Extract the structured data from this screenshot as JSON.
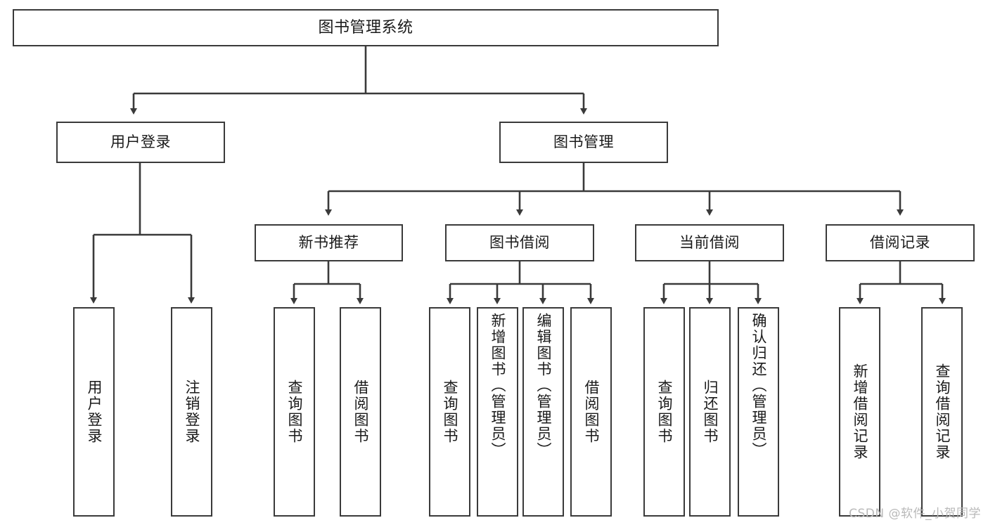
{
  "diagram": {
    "title": "图书管理系统",
    "type": "hierarchy-tree",
    "colors": {
      "box_border": "#3a3a3a",
      "box_fill": "#ffffff",
      "connector": "#3a3a3a",
      "text": "#1a1a1a",
      "watermark": "#b9b9b9",
      "background": "#ffffff"
    },
    "root": {
      "label": "图书管理系统"
    },
    "level2": [
      {
        "key": "user-login",
        "label": "用户登录"
      },
      {
        "key": "book-management",
        "label": "图书管理"
      }
    ],
    "level3": [
      {
        "key": "new-book-recommend",
        "label": "新书推荐"
      },
      {
        "key": "book-borrow",
        "label": "图书借阅"
      },
      {
        "key": "current-borrow",
        "label": "当前借阅"
      },
      {
        "key": "borrow-record",
        "label": "借阅记录"
      }
    ],
    "leaves": {
      "user_login": [
        {
          "key": "leaf-user-login",
          "label": "用户登录"
        },
        {
          "key": "leaf-logout-login",
          "label": "注销登录"
        }
      ],
      "new_book_recommend": [
        {
          "key": "leaf-query-book-1",
          "label": "查询图书"
        },
        {
          "key": "leaf-borrow-book-1",
          "label": "借阅图书"
        }
      ],
      "book_borrow": [
        {
          "key": "leaf-query-book-2",
          "label": "查询图书"
        },
        {
          "key": "leaf-add-book",
          "label": "新增图书（管理员）"
        },
        {
          "key": "leaf-edit-book",
          "label": "编辑图书（管理员）"
        },
        {
          "key": "leaf-borrow-book-2",
          "label": "借阅图书"
        }
      ],
      "current_borrow": [
        {
          "key": "leaf-query-book-3",
          "label": "查询图书"
        },
        {
          "key": "leaf-return-book",
          "label": "归还图书"
        },
        {
          "key": "leaf-confirm-return",
          "label": "确认归还（管理员）"
        }
      ],
      "borrow_record": [
        {
          "key": "leaf-add-record",
          "label": "新增借阅记录"
        },
        {
          "key": "leaf-query-record",
          "label": "查询借阅记录"
        }
      ]
    }
  },
  "watermark": {
    "text": "CSDN @软件_小贺同学"
  }
}
